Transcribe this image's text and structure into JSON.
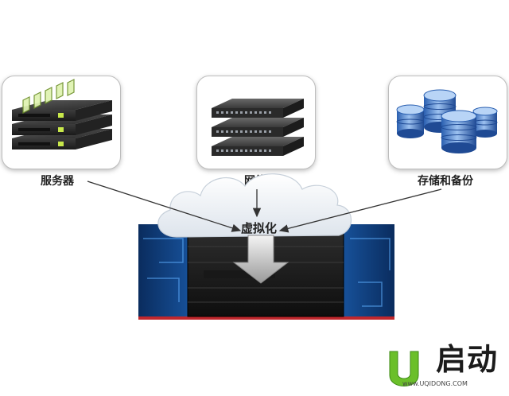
{
  "labels": {
    "servers": "服务器",
    "network": "网络",
    "storage": "存储和备份",
    "virtualization": "虚拟化"
  },
  "logo": {
    "letter": "U",
    "name": "启动",
    "url": "www.UQIDONG.COM"
  },
  "colors": {
    "server_body": "#3a3a3a",
    "server_led": "#c8e84a",
    "drum_blue": "#4a7fd0",
    "cloud": "#eef2f6",
    "panel_blue": "#0b3d7a",
    "accent_red": "#c0272d",
    "logo_green": "#6bbf2a"
  },
  "icons": [
    "server-rack-icon",
    "network-switch-icon",
    "database-stack-icon",
    "cloud-icon",
    "down-arrow-icon"
  ]
}
